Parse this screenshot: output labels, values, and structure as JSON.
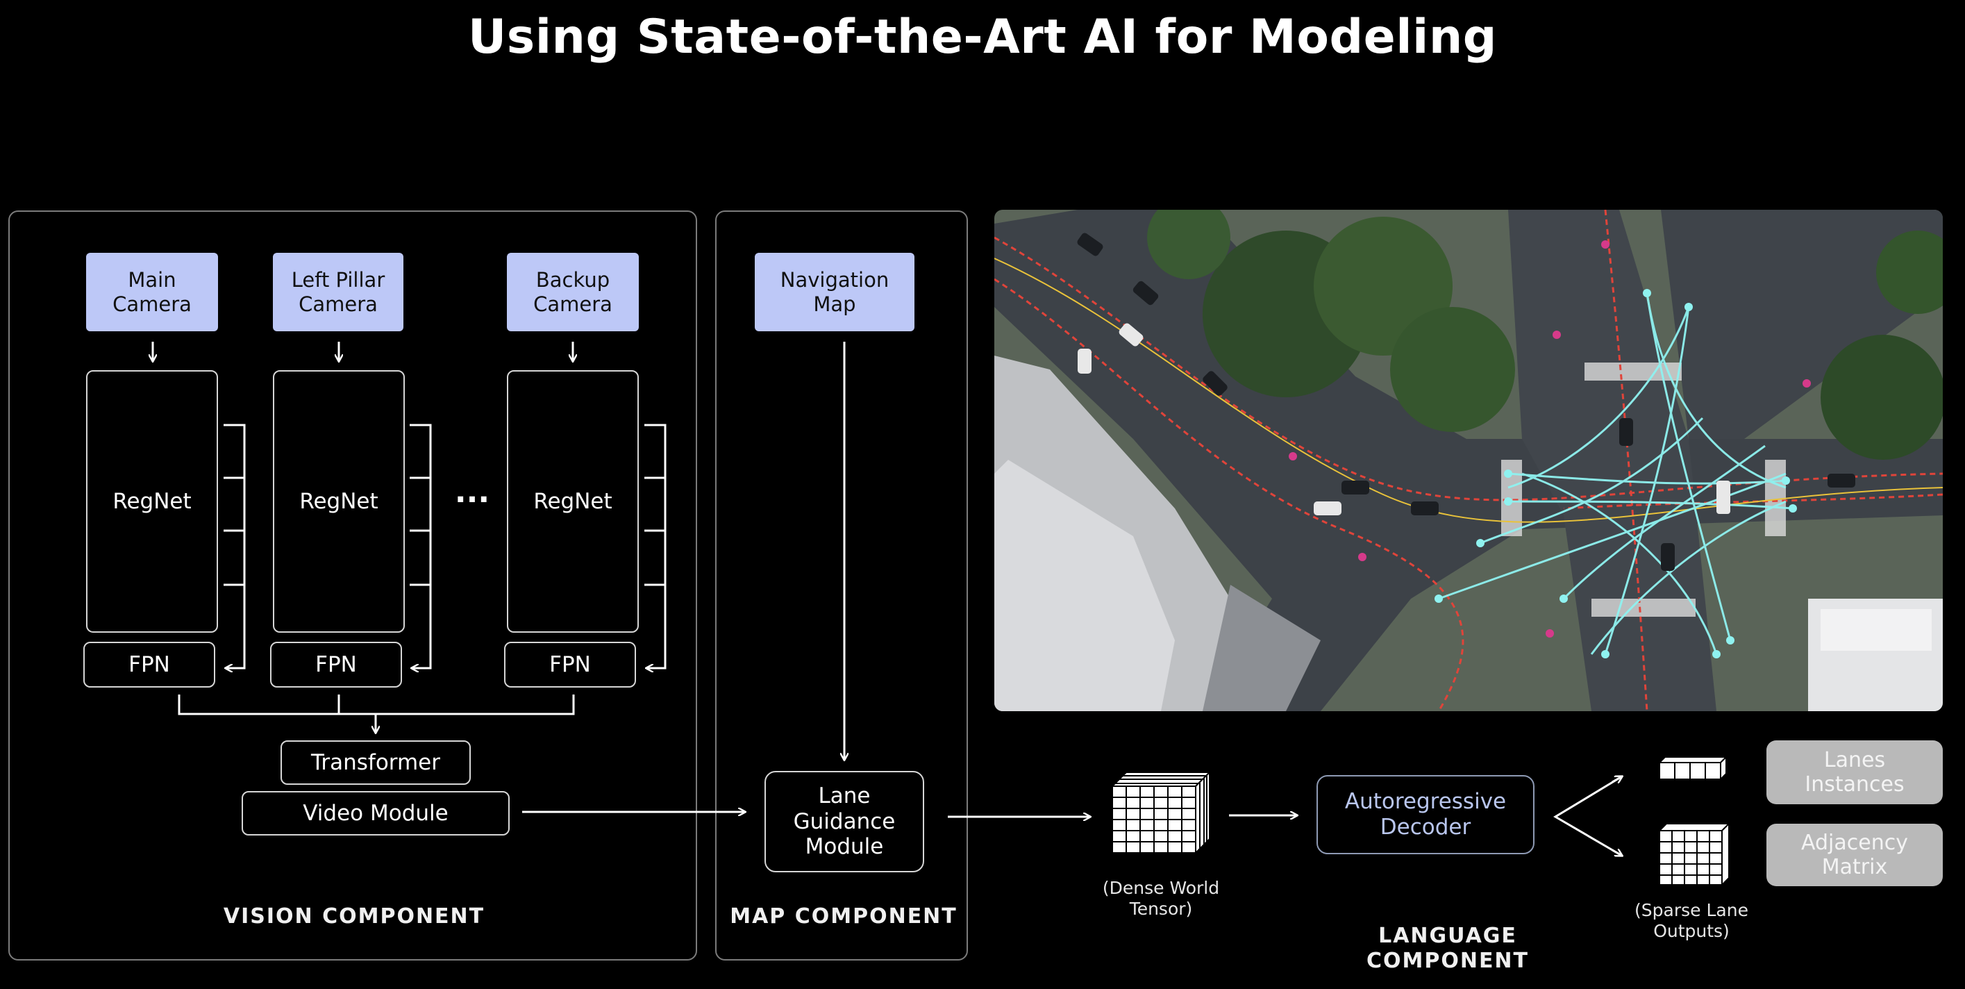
{
  "title": "Using State-of-the-Art AI for Modeling",
  "vision": {
    "cameras": [
      "Main\nCamera",
      "Left Pillar\nCamera",
      "Backup\nCamera"
    ],
    "backbone": "RegNet",
    "fpn": "FPN",
    "ellipsis": "···",
    "transformer": "Transformer",
    "video_module": "Video Module",
    "label": "VISION COMPONENT"
  },
  "map": {
    "navigation_map": "Navigation\nMap",
    "lane_guidance": "Lane\nGuidance\nModule",
    "label": "MAP COMPONENT"
  },
  "language": {
    "dense_caption": "(Dense World\nTensor)",
    "decoder": "Autoregressive\nDecoder",
    "label": "LANGUAGE\nCOMPONENT",
    "sparse_caption": "(Sparse Lane\nOutputs)",
    "outputs": [
      "Lanes\nInstances",
      "Adjacency\nMatrix"
    ]
  },
  "colors": {
    "camera_fill": "#bdc8f7",
    "decoder_text": "#b9c6ee",
    "output_fill": "#b9b9b9",
    "lane_graph": "#8ff2f0",
    "road_lane": "#e0443a"
  }
}
